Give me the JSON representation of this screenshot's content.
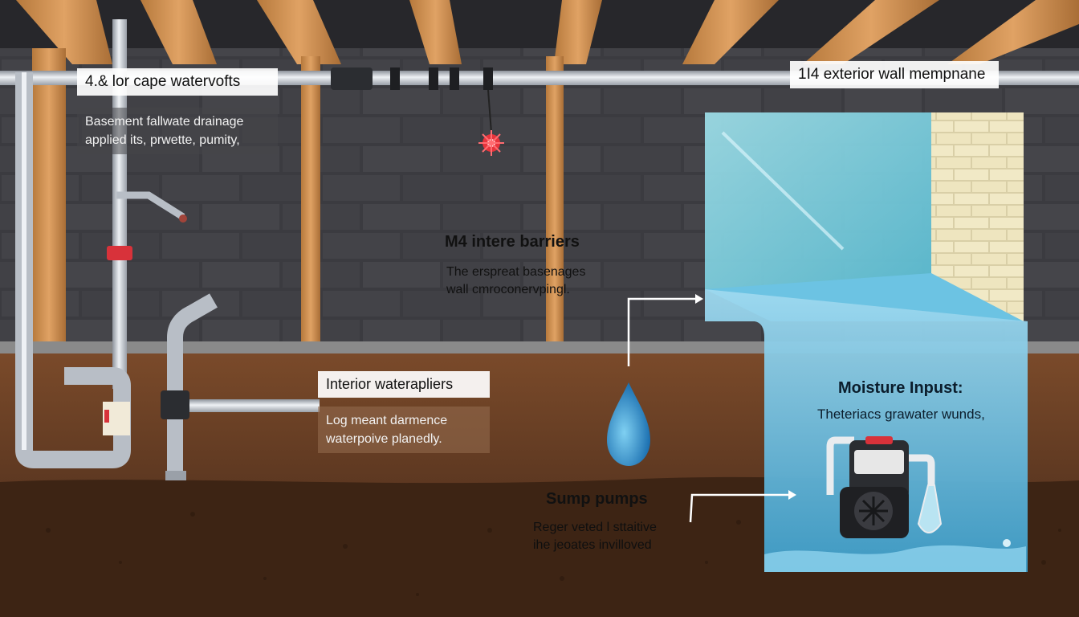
{
  "labels": {
    "top_left_title": "4.& lor cape watervofts",
    "top_left_desc": [
      "Basement fallwate drainage",
      "applied its, prwette, pumity,"
    ],
    "top_right_title": "1I4 exterior wall mempnane",
    "center_title": "M4 intere barriers",
    "center_desc": [
      "The erspreat basenages",
      "wall cmroconervpingl."
    ],
    "interior_title": "Interior waterapliers",
    "interior_desc": [
      "Log meant darmence",
      "waterpoive planedly."
    ],
    "moisture_title": "Moisture Inpust:",
    "moisture_desc": "Theteriacs grawater wunds,",
    "sump_title": "Sump pumps",
    "sump_desc": [
      "Reger veted l sttaitive",
      "ihe jeoates invilloved"
    ]
  },
  "colors": {
    "wall": "#3a3a3e",
    "mortar": "#26262a",
    "beam": "#c98a4a",
    "soil": "#6a3f24",
    "soil_dark": "#3e2414",
    "water": "#5fb3d6",
    "pipe": "#c9ced6",
    "valve": "#d8323a"
  }
}
